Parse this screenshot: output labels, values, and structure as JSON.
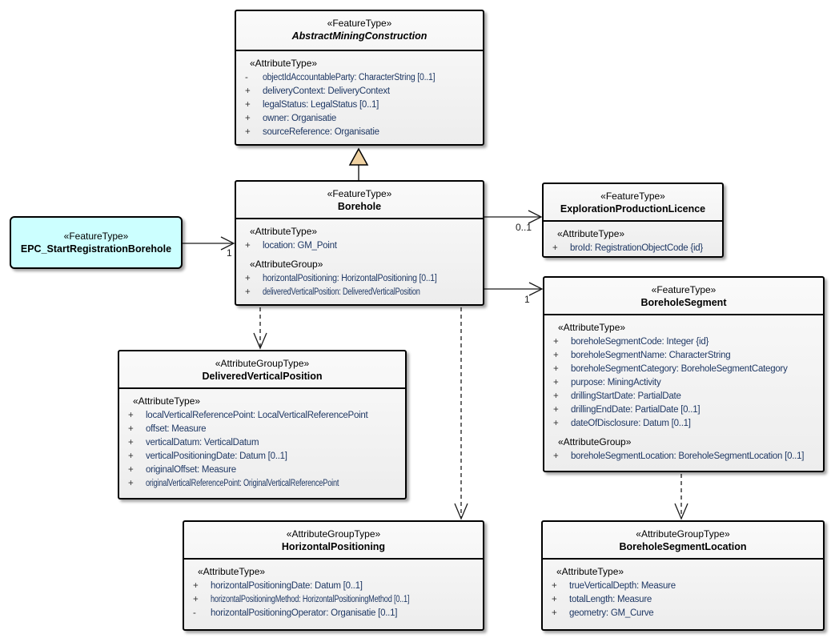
{
  "diagram": {
    "type": "uml-class-diagram",
    "background": "#ffffff",
    "colors": {
      "box_fill": "#efefef",
      "highlight_fill": "#ccffff",
      "attribute_text": "#1f3864",
      "border": "#000000",
      "generalization_arrow_fill": "#f0d2a2"
    }
  },
  "classes": {
    "abstract_mining_construction": {
      "stereotype": "«FeatureType»",
      "name": "AbstractMiningConstruction",
      "groups": [
        {
          "label": "«AttributeType»",
          "rows": [
            {
              "vis": "-",
              "text": "objectIdAccountableParty: CharacterString [0..1]"
            },
            {
              "vis": "+",
              "text": "deliveryContext: DeliveryContext"
            },
            {
              "vis": "+",
              "text": "legalStatus: LegalStatus [0..1]"
            },
            {
              "vis": "+",
              "text": "owner: Organisatie"
            },
            {
              "vis": "+",
              "text": "sourceReference: Organisatie"
            }
          ]
        }
      ]
    },
    "borehole": {
      "stereotype": "«FeatureType»",
      "name": "Borehole",
      "groups": [
        {
          "label": "«AttributeType»",
          "rows": [
            {
              "vis": "+",
              "text": "location: GM_Point"
            }
          ]
        },
        {
          "label": "«AttributeGroup»",
          "rows": [
            {
              "vis": "+",
              "text": "horizontalPositioning: HorizontalPositioning [0..1]"
            },
            {
              "vis": "+",
              "text": "deliveredVerticalPosition: DeliveredVerticalPosition"
            }
          ]
        }
      ]
    },
    "epc_start_registration_borehole": {
      "stereotype": "«FeatureType»",
      "name": "EPC_StartRegistrationBorehole"
    },
    "exploration_production_licence": {
      "stereotype": "«FeatureType»",
      "name": "ExplorationProductionLicence",
      "groups": [
        {
          "label": "«AttributeType»",
          "rows": [
            {
              "vis": "+",
              "text": "broId: RegistrationObjectCode {id}"
            }
          ]
        }
      ]
    },
    "borehole_segment": {
      "stereotype": "«FeatureType»",
      "name": "BoreholeSegment",
      "groups": [
        {
          "label": "«AttributeType»",
          "rows": [
            {
              "vis": "+",
              "text": "boreholeSegmentCode: Integer {id}"
            },
            {
              "vis": "+",
              "text": "boreholeSegmentName: CharacterString"
            },
            {
              "vis": "+",
              "text": "boreholeSegmentCategory: BoreholeSegmentCategory"
            },
            {
              "vis": "+",
              "text": "purpose: MiningActivity"
            },
            {
              "vis": "+",
              "text": "drillingStartDate: PartialDate"
            },
            {
              "vis": "+",
              "text": "drillingEndDate: PartialDate [0..1]"
            },
            {
              "vis": "+",
              "text": "dateOfDisclosure: Datum [0..1]"
            }
          ]
        },
        {
          "label": "«AttributeGroup»",
          "rows": [
            {
              "vis": "+",
              "text": "boreholeSegmentLocation: BoreholeSegmentLocation [0..1]"
            }
          ]
        }
      ]
    },
    "delivered_vertical_position": {
      "stereotype": "«AttributeGroupType»",
      "name": "DeliveredVerticalPosition",
      "groups": [
        {
          "label": "«AttributeType»",
          "rows": [
            {
              "vis": "+",
              "text": "localVerticalReferencePoint: LocalVerticalReferencePoint"
            },
            {
              "vis": "+",
              "text": "offset: Measure"
            },
            {
              "vis": "+",
              "text": "verticalDatum: VerticalDatum"
            },
            {
              "vis": "+",
              "text": "verticalPositioningDate: Datum [0..1]"
            },
            {
              "vis": "+",
              "text": "originalOffset: Measure"
            },
            {
              "vis": "+",
              "text": "originalVerticalReferencePoint: OriginalVerticalReferencePoint"
            }
          ]
        }
      ]
    },
    "horizontal_positioning": {
      "stereotype": "«AttributeGroupType»",
      "name": "HorizontalPositioning",
      "groups": [
        {
          "label": "«AttributeType»",
          "rows": [
            {
              "vis": "+",
              "text": "horizontalPositioningDate: Datum [0..1]"
            },
            {
              "vis": "+",
              "text": "horizontalPositioningMethod: HorizontalPositioningMethod [0..1]"
            },
            {
              "vis": "-",
              "text": "horizontalPositioningOperator: Organisatie [0..1]"
            }
          ]
        }
      ]
    },
    "borehole_segment_location": {
      "stereotype": "«AttributeGroupType»",
      "name": "BoreholeSegmentLocation",
      "groups": [
        {
          "label": "«AttributeType»",
          "rows": [
            {
              "vis": "+",
              "text": "trueVerticalDepth: Measure"
            },
            {
              "vis": "+",
              "text": "totalLength: Measure"
            },
            {
              "vis": "+",
              "text": "geometry: GM_Curve"
            }
          ]
        }
      ]
    }
  },
  "connectors": {
    "epc_to_borehole": {
      "multiplicity": "1"
    },
    "borehole_to_licence": {
      "multiplicity": "0..1"
    },
    "borehole_to_segment": {
      "multiplicity": "1"
    }
  }
}
